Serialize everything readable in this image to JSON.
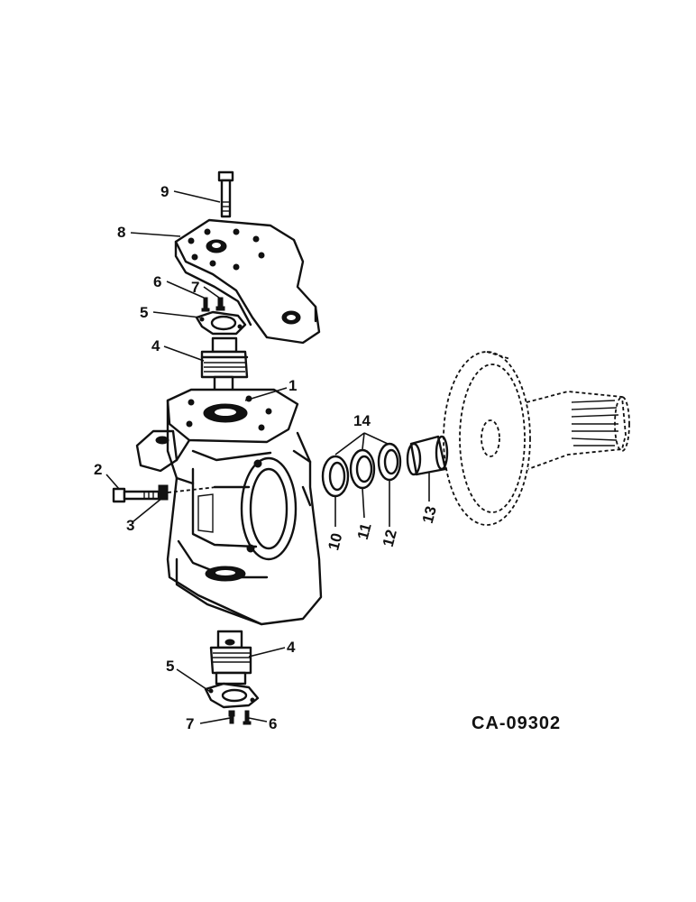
{
  "figure_code": "CA-09302",
  "callouts": {
    "p1": "1",
    "p2": "2",
    "p3": "3",
    "p4_upper": "4",
    "p4_lower": "4",
    "p5_upper": "5",
    "p5_lower": "5",
    "p6_upper": "6",
    "p6_lower": "6",
    "p7_upper": "7",
    "p7_lower": "7",
    "p8": "8",
    "p9": "9",
    "p10": "10",
    "p11": "11",
    "p12": "12",
    "p13": "13",
    "p14": "14"
  }
}
